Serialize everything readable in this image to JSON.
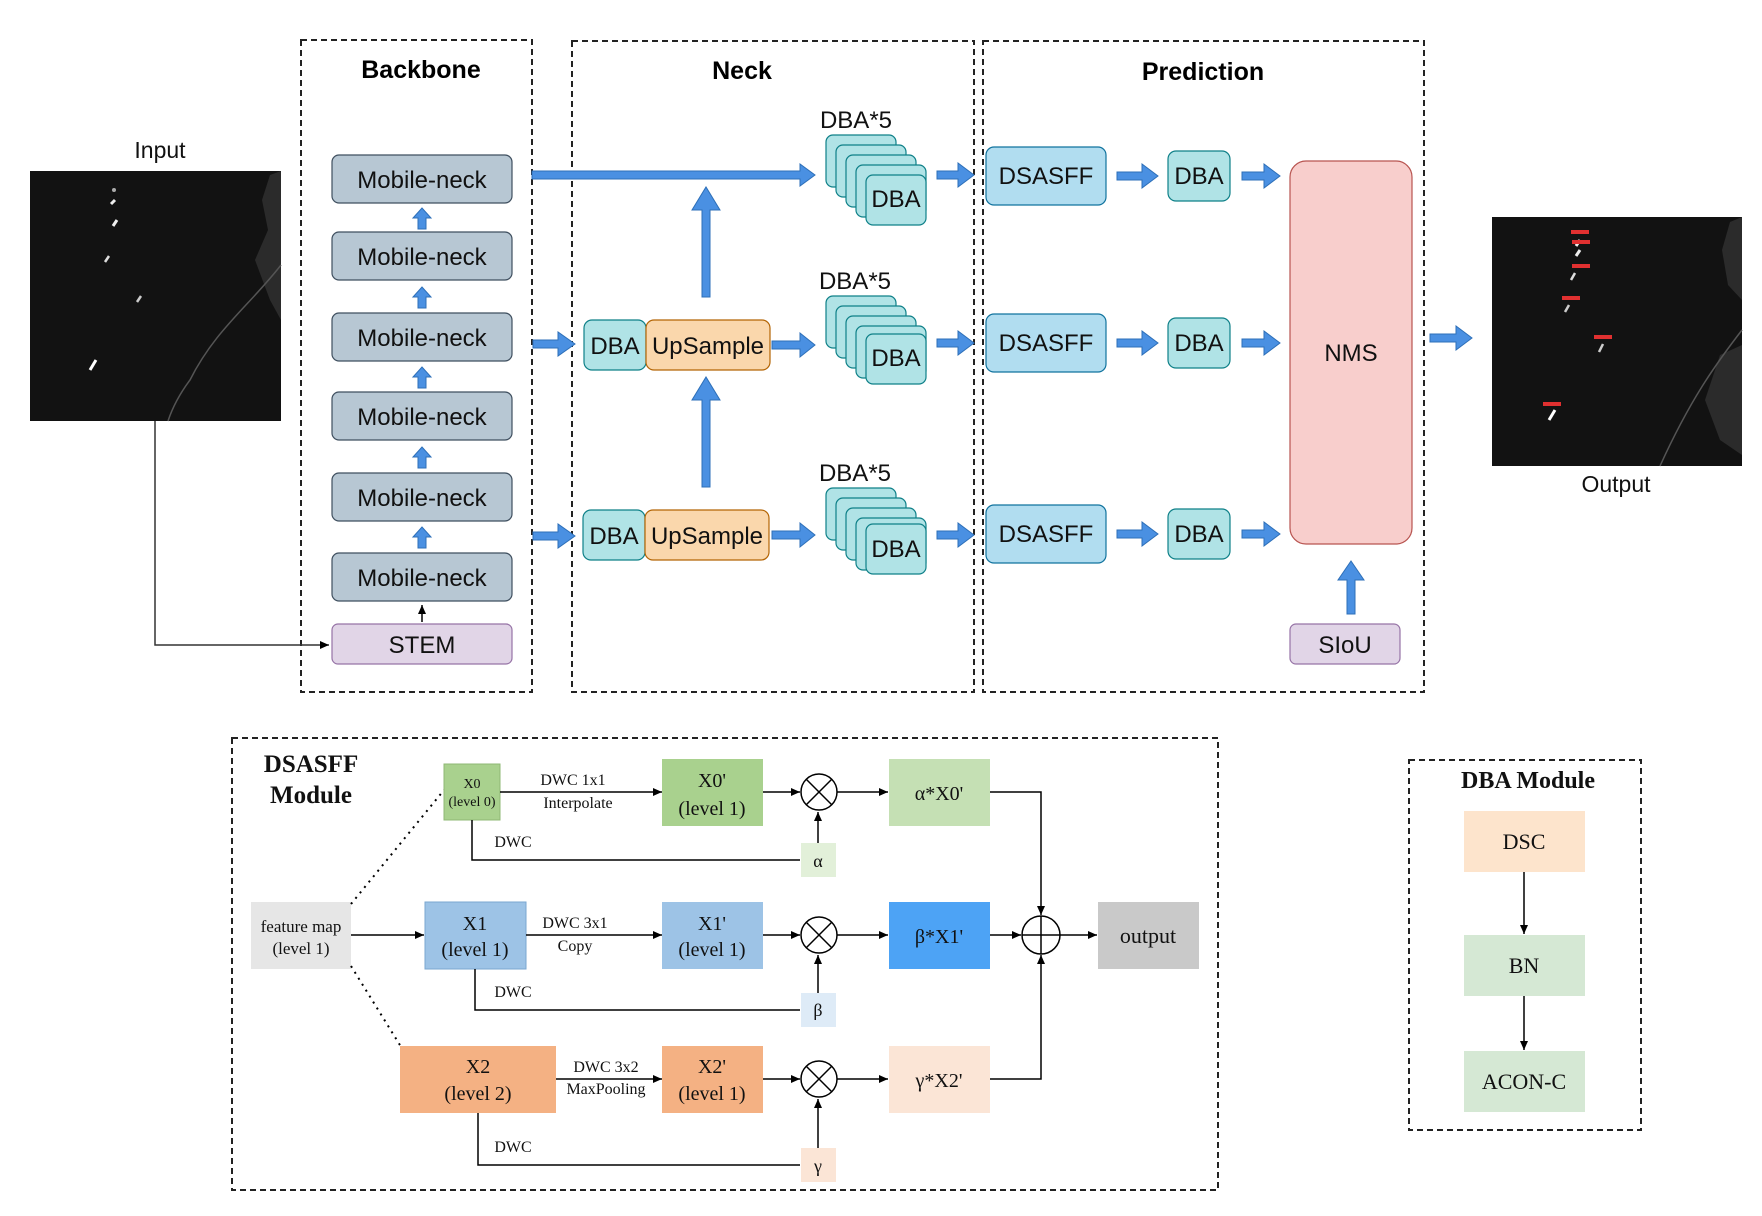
{
  "top": {
    "input_label": "Input",
    "output_label": "Output",
    "sections": {
      "backbone": "Backbone",
      "neck": "Neck",
      "prediction": "Prediction"
    },
    "backbone_blocks": [
      "Mobile-neck",
      "Mobile-neck",
      "Mobile-neck",
      "Mobile-neck",
      "Mobile-neck",
      "Mobile-neck"
    ],
    "stem": "STEM",
    "neck_rows": [
      {
        "stack_title": "DBA*5",
        "stack_label": "DBA"
      },
      {
        "dba": "DBA",
        "upsample": "UpSample",
        "stack_title": "DBA*5",
        "stack_label": "DBA"
      },
      {
        "dba": "DBA",
        "upsample": "UpSample",
        "stack_title": "DBA*5",
        "stack_label": "DBA"
      }
    ],
    "prediction_rows": [
      {
        "dsasff": "DSASFF",
        "dba": "DBA"
      },
      {
        "dsasff": "DSASFF",
        "dba": "DBA"
      },
      {
        "dsasff": "DSASFF",
        "dba": "DBA"
      }
    ],
    "nms": "NMS",
    "siou": "SIoU",
    "colors": {
      "mobile_neck": "#b7c7d3",
      "stem": "#e1d5e7",
      "dba": "#b0e3e6",
      "upsample": "#fad7ac",
      "dsasff": "#b1ddf0",
      "nms": "#f8cecc",
      "arrow": "#4a90e2"
    }
  },
  "dsasff_module": {
    "title_line1": "DSASFF",
    "title_line2": "Module",
    "feature_map": {
      "line1": "feature map",
      "line2": "(level 1)"
    },
    "x0": {
      "line1": "X0",
      "line2": "(level 0)"
    },
    "x1": {
      "line1": "X1",
      "line2": "(level 1)"
    },
    "x2": {
      "line1": "X2",
      "line2": "(level 2)"
    },
    "x0p": {
      "line1": "X0'",
      "line2": "(level 1)"
    },
    "x1p": {
      "line1": "X1'",
      "line2": "(level 1)"
    },
    "x2p": {
      "line1": "X2'",
      "line2": "(level 1)"
    },
    "edge_x0": {
      "line1": "DWC 1x1",
      "line2": "Interpolate"
    },
    "edge_x1": {
      "line1": "DWC 3x1",
      "line2": "Copy"
    },
    "edge_x2": {
      "line1": "DWC 3x2",
      "line2": "MaxPooling"
    },
    "dwc": "DWC",
    "alpha": "α",
    "beta": "β",
    "gamma": "γ",
    "alpha_out": "α*X0'",
    "beta_out": "β*X1'",
    "gamma_out": "γ*X2'",
    "output": "output"
  },
  "dba_module": {
    "title": "DBA Module",
    "steps": [
      "DSC",
      "BN",
      "ACON-C"
    ]
  }
}
